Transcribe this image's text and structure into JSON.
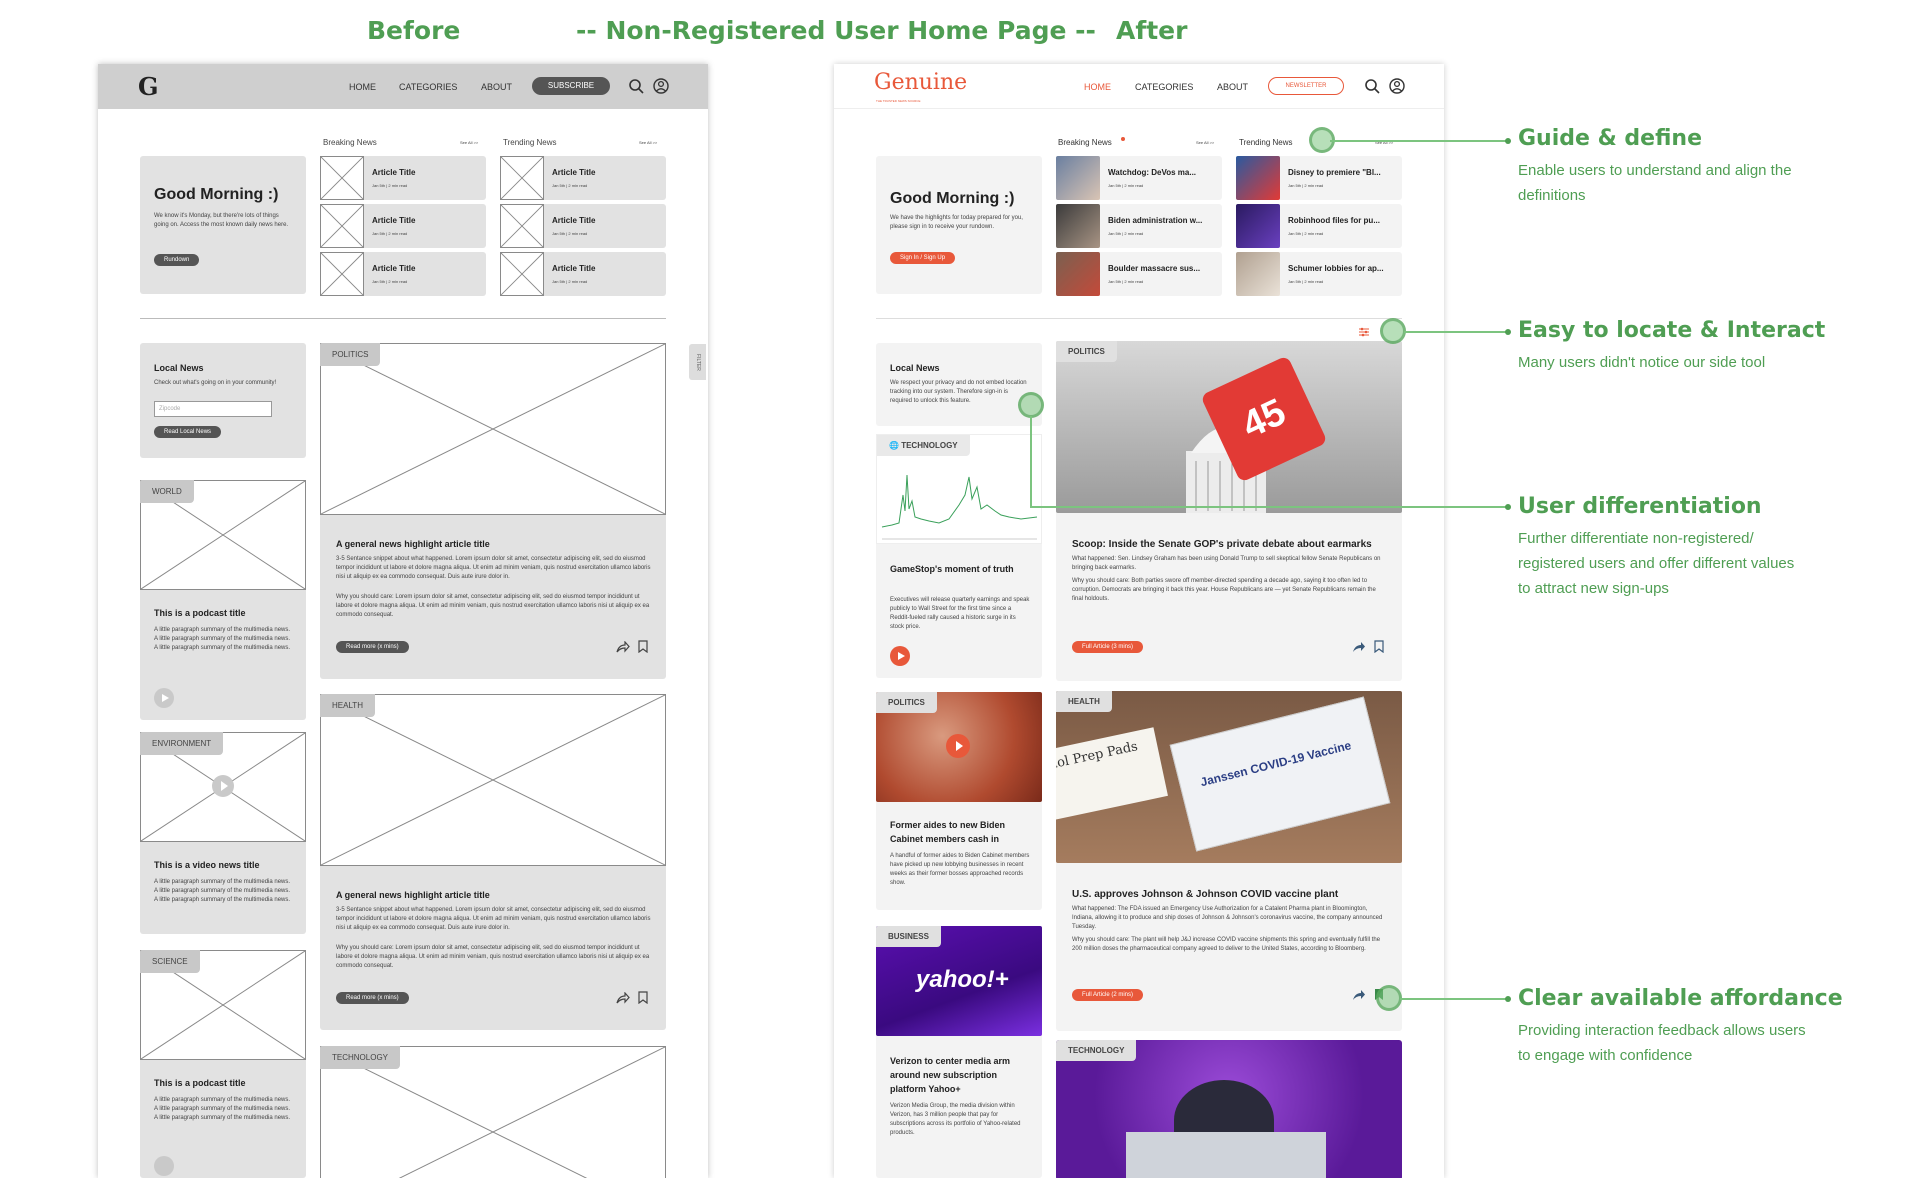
{
  "headers": {
    "before": "Before",
    "middle": "-- Non-Registered User Home Page --",
    "after": "After"
  },
  "before": {
    "logo": "G",
    "nav": [
      "HOME",
      "CATEGORIES",
      "ABOUT"
    ],
    "subscribe": "SUBSCRIBE",
    "breaking_label": "Breaking News",
    "trending_label": "Trending News",
    "see_all": "See All >>",
    "article_title": "Article Title",
    "article_meta": "Jan 5th | 2 min read",
    "greeting": "Good Morning :)",
    "greeting_text": "We know it's Monday, but there're lots of things going on. Access the most known daily news here.",
    "rundown": "Rundown",
    "local_title": "Local News",
    "local_text": "Check out what's going on in your community!",
    "zipcode": "Zipcode",
    "read_local": "Read Local News",
    "filter": "FILTER",
    "politics": "POLITICS",
    "health": "HEALTH",
    "technology": "TECHNOLOGY",
    "world": "WORLD",
    "environment": "ENVIRONMENT",
    "science": "SCIENCE",
    "highlight_title": "A general news highlight article title",
    "highlight_p1": "3-5 Sentance snippet about what happened. Lorem ipsum dolor sit amet, consectetur adipiscing elit, sed do eiusmod tempor incididunt ut labore et dolore magna aliqua. Ut enim ad minim veniam, quis nostrud exercitation ullamco laboris nisi ut aliquip ex ea commodo consequat. Duis aute irure dolor in.",
    "highlight_p2": "Why you should care: Lorem ipsum dolor sit amet, consectetur adipiscing elit, sed do eiusmod tempor incididunt ut labore et dolore magna aliqua. Ut enim ad minim veniam, quis nostrud exercitation ullamco laboris nisi ut aliquip ex ea commodo consequat.",
    "read_more": "Read more (x mins)",
    "podcast_title": "This is a podcast title",
    "video_title": "This is a video news title",
    "summary": "A little paragraph summary of the multimedia news. A little paragraph summary of the multimedia news. A little paragraph summary of the multimedia news."
  },
  "after": {
    "logo": "Genuine",
    "tagline": "THE TRUSTED NEWS SOURCE",
    "nav": [
      "HOME",
      "CATEGORIES",
      "ABOUT"
    ],
    "newsletter": "NEWSLETTER",
    "breaking_label": "Breaking News",
    "trending_label": "Trending News",
    "see_all": "See All >>",
    "breaking": [
      "Watchdog: DeVos ma...",
      "Biden administration w...",
      "Boulder massacre sus..."
    ],
    "trending": [
      "Disney to premiere \"Bl...",
      "Robinhood files for pu...",
      "Schumer lobbies for ap..."
    ],
    "meta": "Jan 5th | 2 min read",
    "greeting": "Good Morning :)",
    "greeting_text": "We have the highlights for today prepared for you, please sign in to receive your rundown.",
    "signin": "Sign In / Sign Up",
    "local_title": "Local News",
    "local_text": "We respect your privacy and do not embed location tracking into our system. Therefore sign-in is required to unlock this feature.",
    "tech_tag": "TECHNOLOGY",
    "gamestop_title": "GameStop's moment of truth",
    "gamestop_text": "Executives will release quarterly earnings and speak publicly to Wall Street for the first time since a Reddit-fueled rally caused a historic surge in its stock price.",
    "politics_tag": "POLITICS",
    "capitol_sign": "45",
    "scoop_title": "Scoop: Inside the Senate GOP's private debate about earmarks",
    "scoop_p1": "What happened: Sen. Lindsey Graham has been using Donald Trump to sell skeptical fellow Senate Republicans on bringing back earmarks.",
    "scoop_p2": "Why you should care: Both parties swore off member-directed spending a decade ago, saying it too often led to corruption. Democrats are bringing it back this year. House Republicans are — yet Senate Republicans remain the final holdouts.",
    "full3": "Full Article (3 mins)",
    "former_title": "Former aides to new Biden Cabinet members cash in",
    "former_text": "A handful of former aides to Biden Cabinet members have picked up new lobbying businesses in recent weeks as their former bosses approached records show.",
    "health_tag": "HEALTH",
    "vaccine_label": "Janssen COVID-19 Vaccine",
    "prep_label": "hol Prep Pads",
    "jj_title": "U.S. approves Johnson & Johnson COVID vaccine plant",
    "jj_p1": "What happened: The FDA issued an Emergency Use Authorization for a Catalent Pharma plant in Bloomington, Indiana, allowing it to produce and ship doses of Johnson & Johnson's coronavirus vaccine, the company announced Tuesday.",
    "jj_p2": "Why you should care: The plant will help J&J increase COVID vaccine shipments this spring and eventually fulfill the 200 million doses the pharmaceutical company agreed to deliver to the United States, according to Bloomberg.",
    "full2": "Full Article (2 mins)",
    "business_tag": "BUSINESS",
    "yahoo": "yahoo!+",
    "verizon_title": "Verizon to center media arm around new subscription platform Yahoo+",
    "verizon_text": "Verizon Media Group, the media division within Verizon, has 3 million people that pay for subscriptions across its portfolio of Yahoo-related products.",
    "technology_tag": "TECHNOLOGY"
  },
  "annotations": [
    {
      "title": "Guide & define",
      "desc": "Enable users to understand and align the definitions"
    },
    {
      "title": "Easy to locate & Interact",
      "desc": "Many users didn't notice our side tool"
    },
    {
      "title": "User differentiation",
      "desc": "Further differentiate non-registered/ registered users and offer different values to attract new sign-ups"
    },
    {
      "title": "Clear available affordance",
      "desc": "Providing interaction feedback allows users to engage with confidence"
    }
  ],
  "colors": {
    "accent_green": "#4f9e53",
    "brand_orange": "#e8583a",
    "wire_gray": "#e2e2e2"
  }
}
